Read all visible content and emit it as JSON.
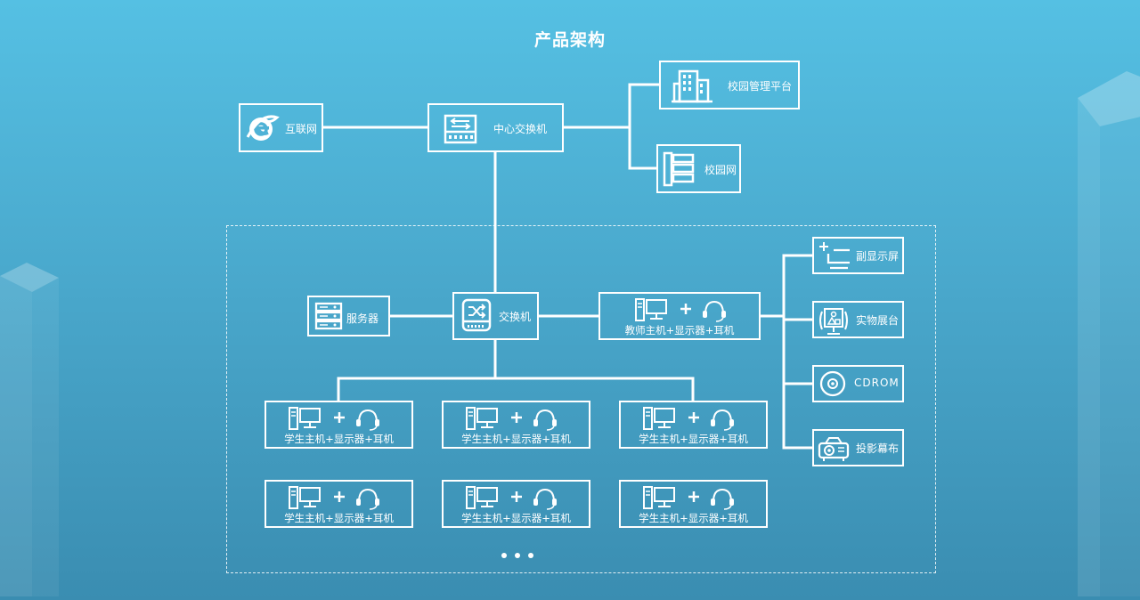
{
  "title": "产品架构",
  "nodes": {
    "internet": "互联网",
    "core_switch": "中心交换机",
    "campus_platform": "校园管理平台",
    "campus_network": "校园网",
    "server": "服务器",
    "switch": "交换机",
    "teacher": "教师主机+显示器+耳机",
    "sub_display": "副显示屏",
    "visualizer": "实物展台",
    "cdrom": "CDROM",
    "projector": "投影幕布",
    "student": "学生主机+显示器+耳机"
  },
  "student_count": 6,
  "colors": {
    "line": "#ffffff",
    "bg_top": "#55c0e3",
    "bg_bottom": "#3a8db1"
  }
}
